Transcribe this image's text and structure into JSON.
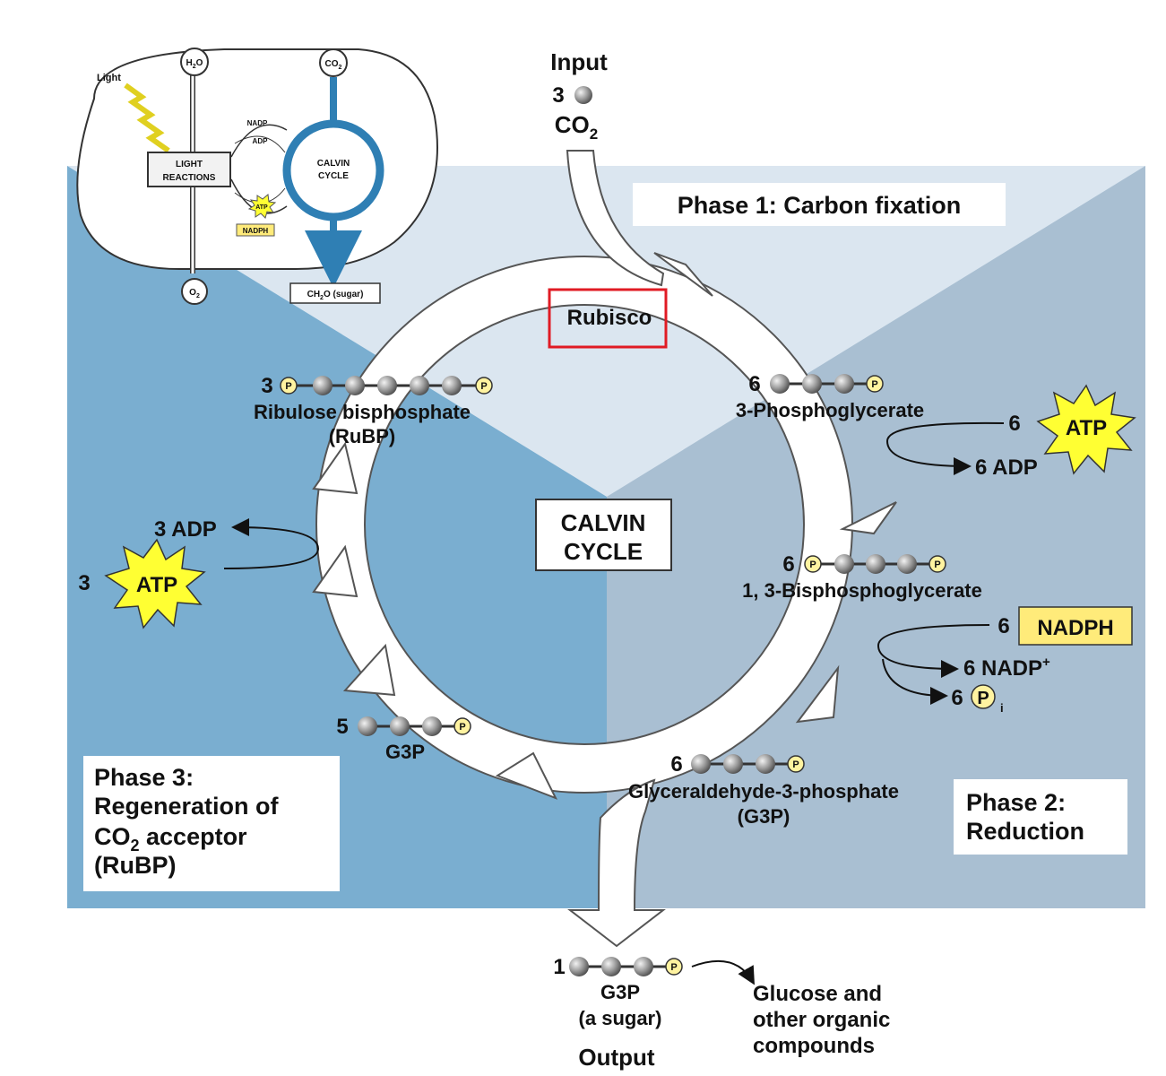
{
  "colors": {
    "phase1_bg": "#dbe6f0",
    "phase2_bg": "#a9bfd2",
    "phase3_bg": "#7aaed0",
    "cycle_arrow_fill": "#ffffff",
    "atp_yellow": "#ffff33",
    "nadph_yellow": "#ffeb7a",
    "inset_cycle_blue": "#2f7fb4",
    "highlight_red": "#e01b24",
    "molecule_gray": "#8d8d8d",
    "phosphate_yellow": "#fff3a0"
  },
  "input": {
    "title": "Input",
    "count": "3",
    "molecule": "CO",
    "subscript": "2"
  },
  "phase1": {
    "label": "Phase 1: Carbon fixation"
  },
  "phase2": {
    "line1": "Phase 2:",
    "line2": "Reduction"
  },
  "phase3": {
    "line1": "Phase 3:",
    "line2": "Regeneration of",
    "line3_prefix": "CO",
    "line3_sub": "2",
    "line3_suffix": " acceptor",
    "line4": "(RuBP)"
  },
  "enzyme": {
    "label": "Rubisco"
  },
  "center": {
    "line1": "CALVIN",
    "line2": "CYCLE"
  },
  "rubp": {
    "count": "3",
    "name": "Ribulose bisphosphate",
    "abbr": "(RuBP)"
  },
  "pga": {
    "count": "6",
    "name": "3-Phosphoglycerate"
  },
  "bpg": {
    "count": "6",
    "name": "1, 3-Bisphosphoglycerate"
  },
  "g3p6": {
    "count": "6",
    "name": "Glyceraldehyde-3-phosphate",
    "abbr": "(G3P)"
  },
  "g3p5": {
    "count": "5",
    "name": "G3P"
  },
  "atp_phase2": {
    "count": "6",
    "label": "ATP",
    "product": "6 ADP"
  },
  "nadph_phase2": {
    "count": "6",
    "label": "NADPH",
    "product": "6 NADP",
    "product_sup": "+",
    "pi_count": "6",
    "pi_letter": "P",
    "pi_sub": "i"
  },
  "atp_phase3": {
    "count": "3",
    "label": "ATP",
    "product": "3 ADP"
  },
  "phosphate_letter": "P",
  "output": {
    "count": "1",
    "name": "G3P",
    "note": "(a sugar)",
    "title": "Output",
    "dest_line1": "Glucose and",
    "dest_line2": "other organic",
    "dest_line3": "compounds"
  },
  "inset": {
    "light": "Light",
    "water_prefix": "H",
    "water_sub": "2",
    "water_suffix": "O",
    "co2_prefix": "CO",
    "co2_sub": "2",
    "o2_prefix": "O",
    "o2_sub": "2",
    "light_reactions_line1": "LIGHT",
    "light_reactions_line2": "REACTIONS",
    "calvin_line1": "CALVIN",
    "calvin_line2": "CYCLE",
    "nadp": "NADP",
    "adp": "ADP",
    "atp": "ATP",
    "nadph": "NADPH",
    "sugar_prefix": "CH",
    "sugar_sub": "2",
    "sugar_suffix": "O (sugar)"
  }
}
